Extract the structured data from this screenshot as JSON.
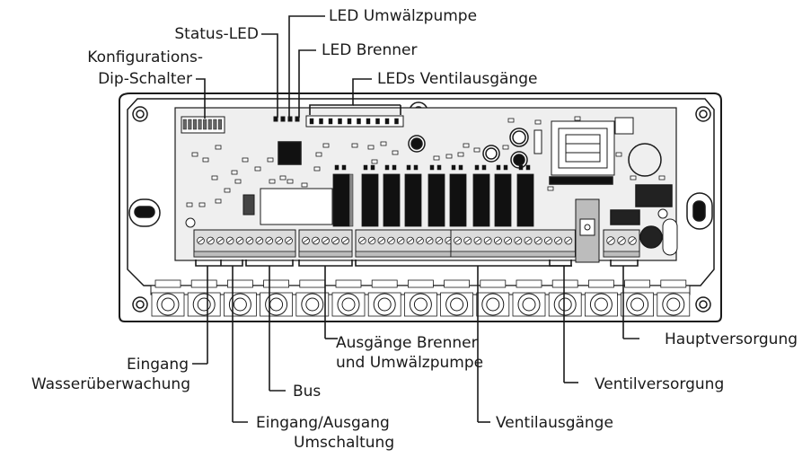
{
  "labels": {
    "led_umwaelzpumpe": "LED Umwälzpumpe",
    "status_led": "Status-LED",
    "led_brenner": "LED Brenner",
    "konfig_line1": "Konfigurations-",
    "konfig_line2": "Dip-Schalter",
    "leds_ventilausgaenge": "LEDs Ventilausgänge",
    "hauptversorgung": "Hauptversorgung",
    "ausgaenge_line1": "Ausgänge Brenner",
    "ausgaenge_line2": "und Umwälzpumpe",
    "eingang_line1": "Eingang",
    "eingang_line2": "Wasserüberwachung",
    "ventilversorgung": "Ventilversorgung",
    "bus": "Bus",
    "umschaltung_line1": "Eingang/Ausgang",
    "umschaltung_line2": "Umschaltung",
    "ventilausgaenge": "Ventilausgänge"
  },
  "colors": {
    "line": "#1a1a1a",
    "board": "#efefef",
    "relay": "#111111",
    "terminal": "#dcdcdc",
    "housing": "#ffffff"
  }
}
